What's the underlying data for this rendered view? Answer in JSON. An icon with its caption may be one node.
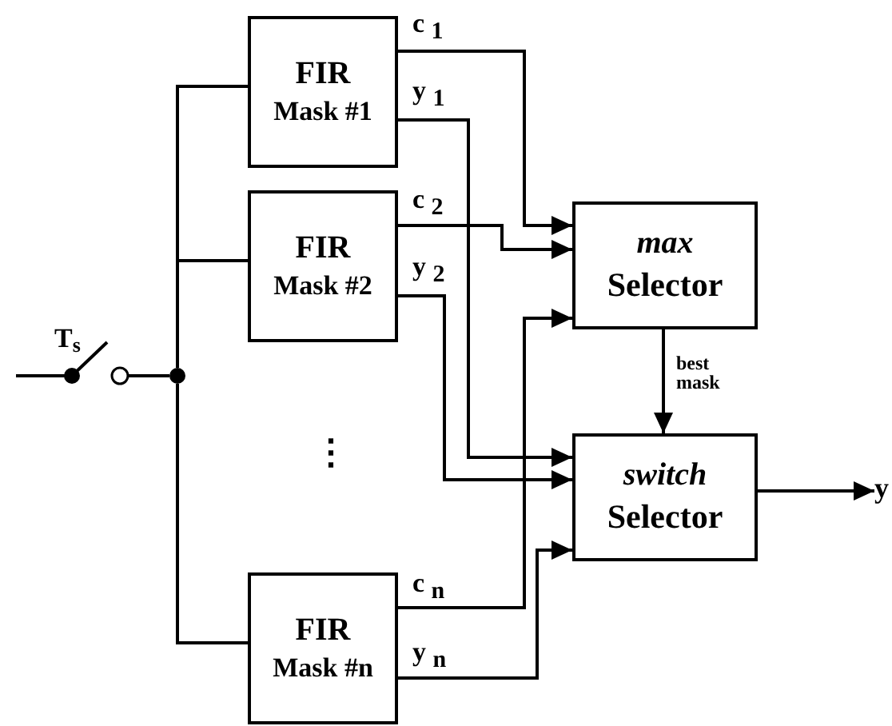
{
  "diagram": {
    "nodes": [
      {
        "text": [
          "FIR",
          "Mask #1"
        ]
      },
      {
        "text": [
          "FIR",
          "Mask #2"
        ]
      },
      {
        "text": [
          "FIR",
          "Mask #n"
        ]
      },
      {
        "text": [
          "max",
          "Selector"
        ]
      },
      {
        "text": [
          "switch",
          "Selector"
        ]
      },
      {
        "text": [
          "y"
        ]
      },
      {
        "text": [
          "T$_{s}$"
        ]
      },
      {
        "text": [],
        "shape": "circle"
      }
    ],
    "edges": [
      {
        "from": null,
        "to": 6,
        "arrow": "none"
      },
      {
        "from": 6,
        "to": 7,
        "arrow": "none"
      },
      {
        "from": 7,
        "to": 0,
        "arrow": "none"
      },
      {
        "from": 7,
        "to": 1,
        "arrow": "none"
      },
      {
        "from": 7,
        "to": 2,
        "arrow": "none"
      },
      {
        "from": 0,
        "to": 3,
        "arrow": "to",
        "label": "c $_{1}$"
      },
      {
        "from": 0,
        "to": 4,
        "arrow": "to",
        "label": "y $_{1}$"
      },
      {
        "from": 1,
        "to": 3,
        "arrow": "to",
        "label": "c $_{2}$"
      },
      {
        "from": 1,
        "to": 4,
        "arrow": "to",
        "label": "y $_{2}$"
      },
      {
        "from": 2,
        "to": 3,
        "arrow": "to",
        "label": "c $_{n}$"
      },
      {
        "from": 2,
        "to": 4,
        "arrow": "to",
        "label": "y $_{n}$"
      },
      {
        "from": 3,
        "to": 4,
        "arrow": "to",
        "label": "best mask"
      },
      {
        "from": 4,
        "to": 5,
        "arrow": "to"
      }
    ],
    "labels": [
      "⋮"
    ]
  }
}
